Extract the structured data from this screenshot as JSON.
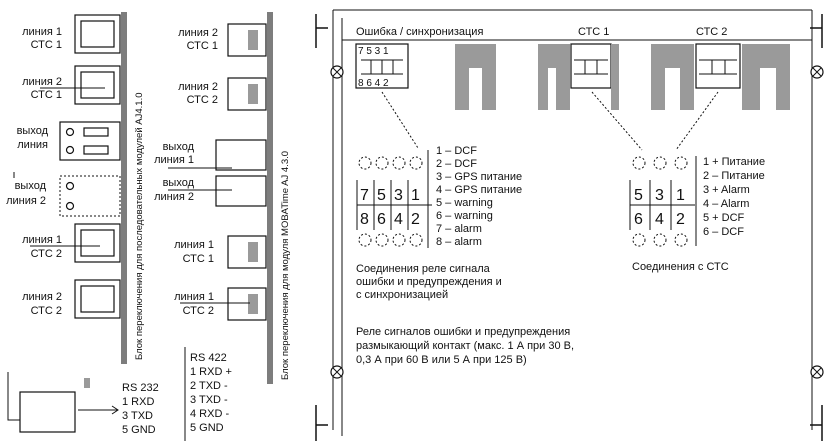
{
  "left_module": {
    "ports": [
      {
        "line1": "линия 1",
        "line2": "СТС 1"
      },
      {
        "line1": "линия 2",
        "line2": "СТС 1"
      },
      {
        "line1": "выход",
        "line2": "линия"
      },
      {
        "line1": "выход",
        "line2": "линия 2"
      },
      {
        "line1": "линия 1",
        "line2": "СТС 2"
      },
      {
        "line1": "линия 2",
        "line2": "СТС 2"
      }
    ],
    "vertical_label": "Блок переключения для последовательных модулей AJ4.1.0"
  },
  "right_module": {
    "ports": [
      {
        "line1": "линия 2",
        "line2": "СТС 1"
      },
      {
        "line1": "линия 2",
        "line2": "СТС 2"
      },
      {
        "line1": "выход",
        "line2": "линия 1"
      },
      {
        "line1": "выход",
        "line2": "линия 2"
      },
      {
        "line1": "линия 1",
        "line2": "СТС 1"
      },
      {
        "line1": "линия 1",
        "line2": "СТС 2"
      }
    ],
    "vertical_label": "Блок переключения для модуля MOBATime AJ 4.3.0"
  },
  "rs232": {
    "title": "RS 232",
    "pins": [
      "1 RXD",
      "3 TXD",
      "5 GND"
    ]
  },
  "rs422": {
    "title": "RS 422",
    "pins": [
      "1 RXD +",
      "2 TXD -",
      "3 TXD -",
      "4 RXD -",
      "5 GND"
    ]
  },
  "panel": {
    "header_sync": "Ошибка / синхронизация",
    "header_cts1": "СТС 1",
    "header_cts2": "СТС 2",
    "small_label_top": "7 5 3 1",
    "small_label_bottom": "8 6 4 2"
  },
  "alarm_block": {
    "digits_top": [
      "7",
      "5",
      "3",
      "1"
    ],
    "digits_bottom": [
      "8",
      "6",
      "4",
      "2"
    ],
    "pin_list": [
      "1 – DCF",
      "2 – DCF",
      "3 – GPS питание",
      "4 – GPS питание",
      "5 – warning",
      "6 – warning",
      "7 – alarm",
      "8 – alarm"
    ],
    "caption": [
      "Соединения реле сигнала",
      "ошибки и предупреждения и",
      "с синхронизацией"
    ]
  },
  "cts_block": {
    "digits_top": [
      "5",
      "3",
      "1"
    ],
    "digits_bottom": [
      "6",
      "4",
      "2"
    ],
    "pin_list": [
      "1 + Питание",
      "2 – Питание",
      "3 + Alarm",
      "4 – Alarm",
      "5 + DCF",
      "6 – DCF"
    ],
    "caption": "Соединения с СТС"
  },
  "relay_note": [
    "Реле сигналов ошибки и предупреждения",
    "размыкающий контакт (макс. 1 А при 30 В,",
    "0,3 А при 60 В или 5 А при 125 В)"
  ]
}
